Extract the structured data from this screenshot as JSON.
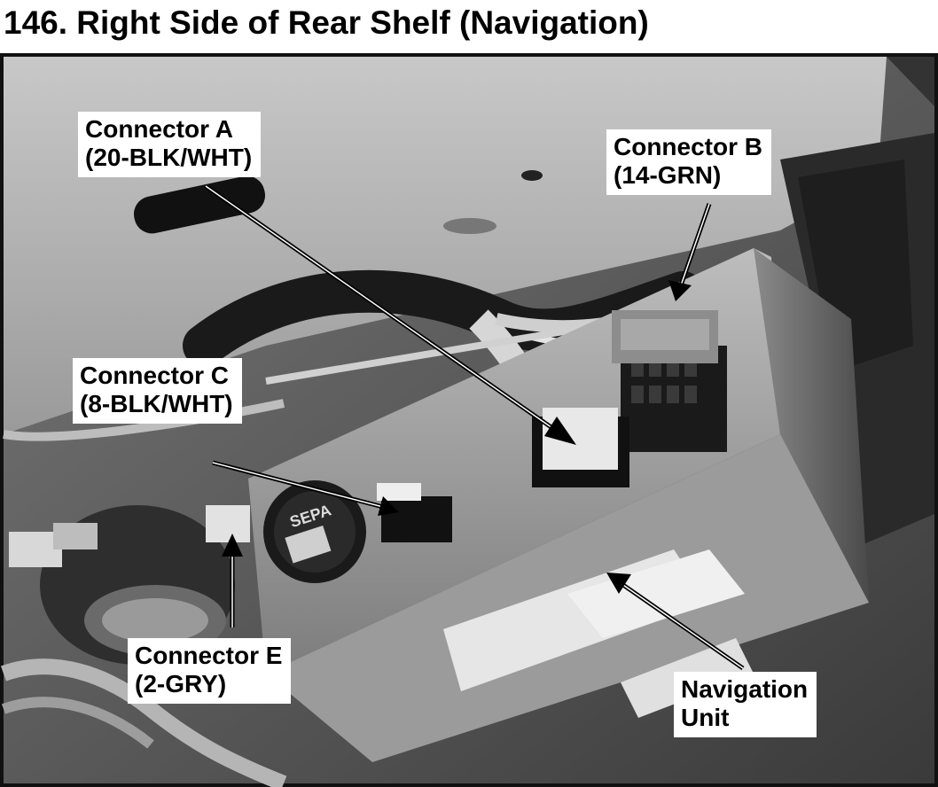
{
  "title": "146. Right Side of Rear Shelf (Navigation)",
  "callouts": {
    "connector_a": {
      "line1": "Connector A",
      "line2": "(20-BLK/WHT)"
    },
    "connector_b": {
      "line1": "Connector B",
      "line2": "(14-GRN)"
    },
    "connector_c": {
      "line1": "Connector C",
      "line2": "(8-BLK/WHT)"
    },
    "connector_e": {
      "line1": "Connector E",
      "line2": "(2-GRY)"
    },
    "navigation_unit": {
      "line1": "Navigation",
      "line2": "Unit"
    }
  },
  "photo": {
    "unit_label_brand": "SEPA"
  }
}
